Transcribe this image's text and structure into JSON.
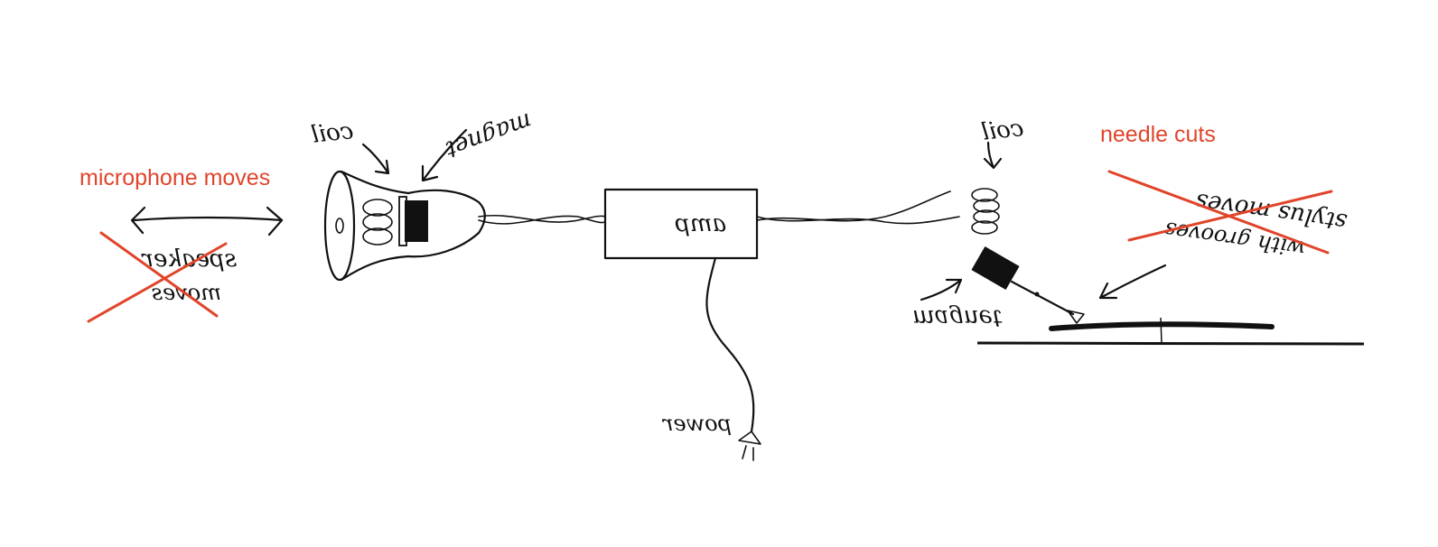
{
  "annotations": {
    "microphone": "microphone moves",
    "needle": "needle cuts"
  },
  "handwritten": {
    "speaker_moves_line1": "speaker",
    "speaker_moves_line2": "moves",
    "coil_left": "coil",
    "magnet_left": "magnet",
    "amp": "amp",
    "power": "power",
    "coil_right": "coil",
    "magnet_right": "magnet",
    "stylus_line1": "stylus moves",
    "stylus_line2": "with grooves"
  },
  "colors": {
    "annotation": "#e0452b",
    "ink": "#111111"
  }
}
